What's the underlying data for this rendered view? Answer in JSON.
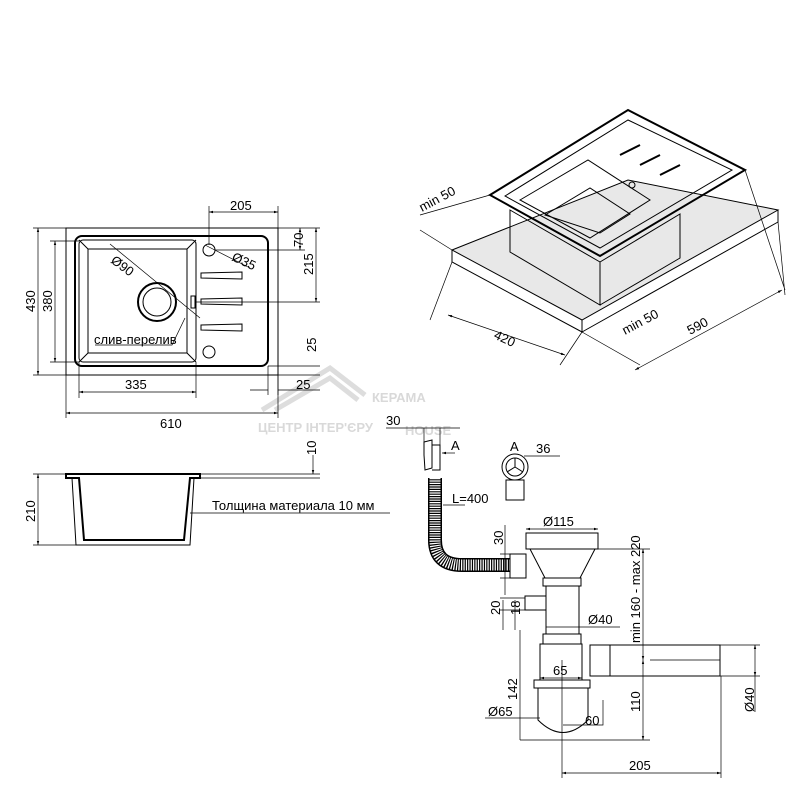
{
  "top_view": {
    "dim_width_total": "610",
    "dim_bowl_width": "335",
    "dim_wing_width": "205",
    "dim_depth_total": "430",
    "dim_bowl_depth": "380",
    "dim_hole_offset": "70",
    "dim_overflow_offset": "215",
    "dim_edge_right": "25",
    "dim_edge_bottom": "25",
    "drain_diameter": "Ø90",
    "hole_diameter": "Ø35",
    "overflow_label": "слив-перелив"
  },
  "section_view": {
    "dim_height": "210",
    "dim_thickness": "10",
    "material_note": "Толщина материала 10 мм"
  },
  "iso_view": {
    "dim_min_left": "min 50",
    "dim_min_right": "min 50",
    "dim_depth": "420",
    "dim_width": "590"
  },
  "siphon": {
    "dim_outlet_offset": "30",
    "arrow_label": "A",
    "hose_length": "L=400",
    "detail_label": "A",
    "detail_diameter": "36",
    "strainer_diameter": "Ø115",
    "dim_hose_height": "30",
    "dim_nozzle_20": "20",
    "dim_nozzle_18": "18",
    "pipe_diameter": "Ø40",
    "height_range": "min 160 - max 220",
    "dim_142": "142",
    "dim_65": "65",
    "bottle_diameter": "Ø65",
    "dim_60": "60",
    "dim_110": "110",
    "outlet_diameter": "Ø40",
    "dim_205": "205"
  },
  "watermark": {
    "brand": "КЕРАМА",
    "brand_sub": "HOUSE",
    "tagline": "ЦЕНТР ІНТЕР'ЄРУ"
  }
}
